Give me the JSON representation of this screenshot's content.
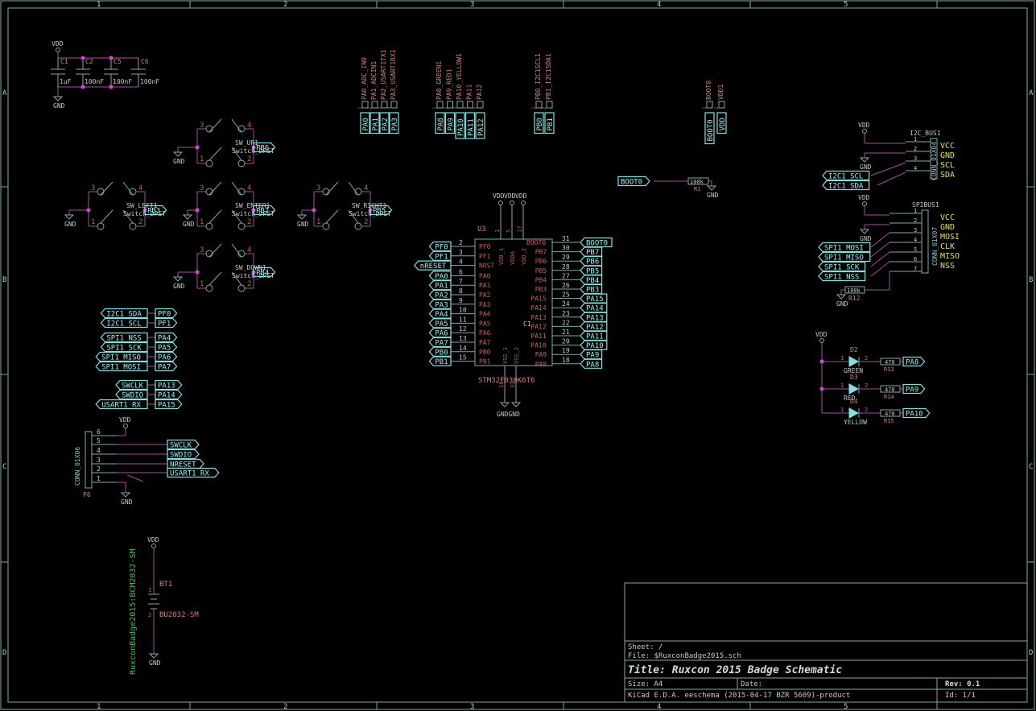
{
  "frame": {
    "col_markers": [
      "1",
      "2",
      "3",
      "4",
      "5"
    ],
    "row_markers": [
      "A",
      "B",
      "C",
      "D"
    ]
  },
  "title_block": {
    "sheet": "Sheet: /",
    "file": "File: $RuxconBadge2015.sch",
    "title": "Title: Ruxcon 2015 Badge Schematic",
    "size": "Size: A4",
    "date": "Date:",
    "rev": "Rev: 0.1",
    "tool": "KiCad E.D.A.  eeschema (2015-04-17 BZR 5609)-product",
    "id": "Id: 1/1"
  },
  "decoupling": {
    "vdd": "VDD",
    "gnd": "GND",
    "caps": [
      {
        "ref": "C1",
        "value": "1uF"
      },
      {
        "ref": "C2",
        "value": "100nF"
      },
      {
        "ref": "C5",
        "value": "100nF"
      },
      {
        "ref": "C6",
        "value": "100nF"
      }
    ]
  },
  "headers_top": {
    "group1_labels": [
      "PA0_ADC_IN0",
      "PA1_ADCIN1",
      "PA2_USART1TX1",
      "PA3_USART1RX1"
    ],
    "group1_nets": [
      "PA0",
      "PA1",
      "PA2",
      "PA3"
    ],
    "group2_labels": [
      "PA8_GREEN1",
      "PA9_RED1",
      "PA10_YELLOW1",
      "PA11",
      "PA12"
    ],
    "group2_nets": [
      "PA8",
      "PA9",
      "PA10",
      "PA11",
      "PA12"
    ],
    "group3_labels": [
      "PB0_I2C1SCL1",
      "PB1_I2C1SDA1"
    ],
    "group3_nets": [
      "PB0",
      "PB1"
    ],
    "group4_labels": [
      "BOOT0",
      "VDD1"
    ],
    "group4_nets": [
      "BOOT0",
      "VDD"
    ]
  },
  "switches": [
    {
      "ref": "SW_UP1",
      "value": "Switch_DPST",
      "net": "PB6"
    },
    {
      "ref": "SW_LEFT1",
      "value": "Switch_DPST",
      "net": "PB3"
    },
    {
      "ref": "SW_ENTER1",
      "value": "Switch_DPST",
      "net": "PB7"
    },
    {
      "ref": "SW_RIGHT1",
      "value": "Switch_DPST",
      "net": "PB5"
    },
    {
      "ref": "SW_DOWN1",
      "value": "Switch_DPST",
      "net": "PB4"
    }
  ],
  "switch_pins": [
    "1",
    "2",
    "3",
    "4"
  ],
  "boot": {
    "net": "BOOT0",
    "r_value": "100k",
    "r_ref": "R1",
    "gnd": "GND"
  },
  "mcu": {
    "ref": "U3",
    "value": "STM32F030K6T6",
    "power_labels": [
      "VDD",
      "VDD",
      "VDD"
    ],
    "power_pins": [
      "1",
      "5",
      "17"
    ],
    "power_names": [
      "VDD_1",
      "VDDA",
      "VDD_2"
    ],
    "gnd_pins": [
      "16",
      "32"
    ],
    "gnd_names": [
      "VSS_1",
      "VSS_2"
    ],
    "gnd_labels": [
      "GND",
      "GND"
    ],
    "center_label": "C1",
    "left": [
      {
        "net": "PF0",
        "pin": "2",
        "name": "PF0"
      },
      {
        "net": "PF1",
        "pin": "3",
        "name": "PF1"
      },
      {
        "net": "nRESET",
        "pin": "4",
        "name": "NRST"
      },
      {
        "net": "PA0",
        "pin": "6",
        "name": "PA0"
      },
      {
        "net": "PA1",
        "pin": "7",
        "name": "PA1"
      },
      {
        "net": "PA2",
        "pin": "8",
        "name": "PA2"
      },
      {
        "net": "PA3",
        "pin": "9",
        "name": "PA3"
      },
      {
        "net": "PA4",
        "pin": "10",
        "name": "PA4"
      },
      {
        "net": "PA5",
        "pin": "11",
        "name": "PA5"
      },
      {
        "net": "PA6",
        "pin": "12",
        "name": "PA6"
      },
      {
        "net": "PA7",
        "pin": "13",
        "name": "PA7"
      },
      {
        "net": "PB0",
        "pin": "14",
        "name": "PB0"
      },
      {
        "net": "PB1",
        "pin": "15",
        "name": "PB1"
      }
    ],
    "right": [
      {
        "net": "BOOT0",
        "pin": "31",
        "name": "BOOT0"
      },
      {
        "net": "PB7",
        "pin": "30",
        "name": "PB7"
      },
      {
        "net": "PB6",
        "pin": "29",
        "name": "PB6"
      },
      {
        "net": "PB5",
        "pin": "28",
        "name": "PB5"
      },
      {
        "net": "PB4",
        "pin": "27",
        "name": "PB4"
      },
      {
        "net": "PB3",
        "pin": "26",
        "name": "PB3"
      },
      {
        "net": "PA15",
        "pin": "25",
        "name": "PA15"
      },
      {
        "net": "PA14",
        "pin": "24",
        "name": "PA14"
      },
      {
        "net": "PA13",
        "pin": "23",
        "name": "PA13"
      },
      {
        "net": "PA12",
        "pin": "22",
        "name": "PA12"
      },
      {
        "net": "PA11",
        "pin": "21",
        "name": "PA11"
      },
      {
        "net": "PA10",
        "pin": "20",
        "name": "PA10"
      },
      {
        "net": "PA9",
        "pin": "19",
        "name": "PA9"
      },
      {
        "net": "PA8",
        "pin": "18",
        "name": "PA8"
      }
    ]
  },
  "net_map": [
    {
      "from": "I2C1_SDA",
      "to": "PF0"
    },
    {
      "from": "I2C1_SCL",
      "to": "PF1"
    },
    {
      "from": "SPI1_NSS",
      "to": "PA4"
    },
    {
      "from": "SPI1_SCK",
      "to": "PA5"
    },
    {
      "from": "SPI1_MISO",
      "to": "PA6"
    },
    {
      "from": "SPI1_MOSI",
      "to": "PA7"
    },
    {
      "from": "SWCLK",
      "to": "PA13"
    },
    {
      "from": "SWDIO",
      "to": "PA14"
    },
    {
      "from": "USART1_RX",
      "to": "PA15"
    }
  ],
  "p6": {
    "ref": "P6",
    "value": "CONN_01X06",
    "vdd": "VDD",
    "gnd": "GND",
    "pins": [
      "6",
      "5",
      "4",
      "3",
      "2",
      "1"
    ],
    "nets": [
      "SWCLK",
      "SWDIO",
      "NRESET",
      "USART1_RX"
    ]
  },
  "battery": {
    "vdd": "VDD",
    "gnd": "GND",
    "ref": "BT1",
    "value": "BU2032-SM",
    "footprint": "RuxconBadge2015:BCM2032-SM",
    "pins": [
      "1",
      "2"
    ]
  },
  "i2c_bus": {
    "ref": "I2C_BUS1",
    "value": "CONN_01X04",
    "vdd": "VDD",
    "gnd": "GND",
    "pins": [
      "1",
      "2",
      "3",
      "4"
    ],
    "signals": [
      "VCC",
      "GND",
      "SCL",
      "SDA"
    ],
    "nets": [
      "I2C1_SCL",
      "I2C1_SDA"
    ]
  },
  "spi_bus": {
    "ref": "SPIBUS1",
    "value": "CONN_01X07",
    "vdd": "VDD",
    "gnd": "GND",
    "pins": [
      "1",
      "2",
      "3",
      "4",
      "5",
      "6",
      "7"
    ],
    "signals": [
      "VCC",
      "GND",
      "MOSI",
      "CLK",
      "MISO",
      "NSS"
    ],
    "nets": [
      "SPI1_MOSI",
      "SPI1_MISO",
      "SPI1_SCK",
      "SPI1_NSS"
    ],
    "r_value": "100k",
    "r_ref": "R12"
  },
  "leds": {
    "vdd": "VDD",
    "items": [
      {
        "ref": "D2",
        "color": "GREEN",
        "r_value": "470",
        "r_ref": "R13",
        "net": "PA8"
      },
      {
        "ref": "D3",
        "color": "RED",
        "r_value": "470",
        "r_ref": "R14",
        "net": "PA9"
      },
      {
        "ref": "D4",
        "color": "YELLOW",
        "r_value": "470",
        "r_ref": "R15",
        "net": "PA10"
      }
    ],
    "pins": [
      "1",
      "2"
    ]
  }
}
